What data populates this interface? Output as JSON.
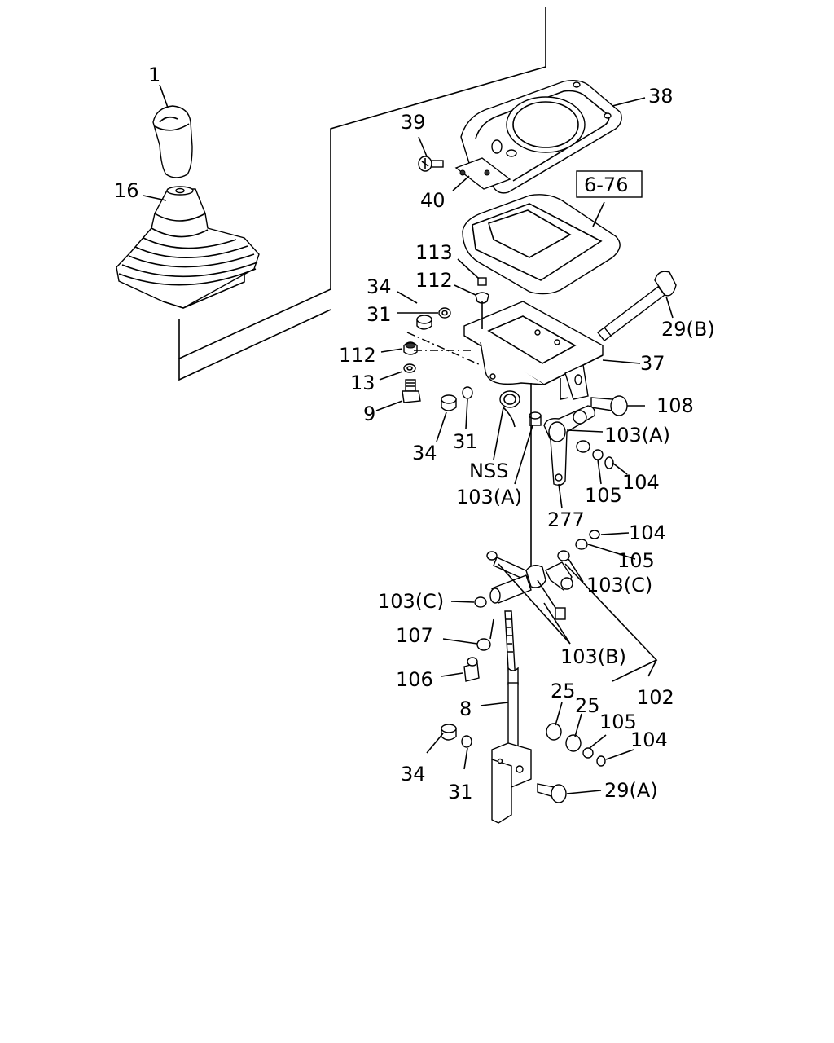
{
  "figure_ref": "6-76",
  "callouts": [
    {
      "id": "c1",
      "text": "1"
    },
    {
      "id": "c16",
      "text": "16"
    },
    {
      "id": "c38",
      "text": "38"
    },
    {
      "id": "c39",
      "text": "39"
    },
    {
      "id": "c40",
      "text": "40"
    },
    {
      "id": "c113",
      "text": "113"
    },
    {
      "id": "c112a",
      "text": "112"
    },
    {
      "id": "c34a",
      "text": "34"
    },
    {
      "id": "c31a",
      "text": "31"
    },
    {
      "id": "c29b",
      "text": "29(B)"
    },
    {
      "id": "c112b",
      "text": "112"
    },
    {
      "id": "c37",
      "text": "37"
    },
    {
      "id": "c13",
      "text": "13"
    },
    {
      "id": "c9",
      "text": "9"
    },
    {
      "id": "c108",
      "text": "108"
    },
    {
      "id": "c103a1",
      "text": "103(A)"
    },
    {
      "id": "c34b",
      "text": "34"
    },
    {
      "id": "c31b",
      "text": "31"
    },
    {
      "id": "cNSS",
      "text": "NSS"
    },
    {
      "id": "c104a",
      "text": "104"
    },
    {
      "id": "c105a",
      "text": "105"
    },
    {
      "id": "c103a2",
      "text": "103(A)"
    },
    {
      "id": "c277",
      "text": "277"
    },
    {
      "id": "c104b",
      "text": "104"
    },
    {
      "id": "c105b",
      "text": "105"
    },
    {
      "id": "c103c1",
      "text": "103(C)"
    },
    {
      "id": "c103c2",
      "text": "103(C)"
    },
    {
      "id": "c107",
      "text": "107"
    },
    {
      "id": "c103b",
      "text": "103(B)"
    },
    {
      "id": "c106",
      "text": "106"
    },
    {
      "id": "c102",
      "text": "102"
    },
    {
      "id": "c25a",
      "text": "25"
    },
    {
      "id": "c25b",
      "text": "25"
    },
    {
      "id": "c8",
      "text": "8"
    },
    {
      "id": "c105c",
      "text": "105"
    },
    {
      "id": "c104c",
      "text": "104"
    },
    {
      "id": "c34c",
      "text": "34"
    },
    {
      "id": "c31c",
      "text": "31"
    },
    {
      "id": "c29a",
      "text": "29(A)"
    }
  ]
}
